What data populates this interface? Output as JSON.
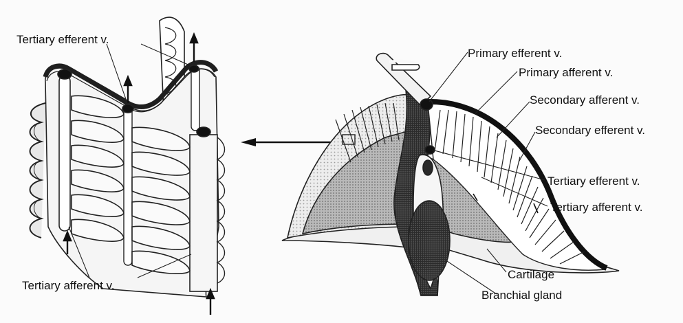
{
  "figure": {
    "left_detail_labels": {
      "tertiary_efferent": "Tertiary efferent v.",
      "tertiary_afferent": "Tertiary afferent v."
    },
    "right_section_labels": {
      "primary_efferent": "Primary efferent v.",
      "primary_afferent": "Primary afferent v.",
      "secondary_afferent": "Secondary afferent v.",
      "secondary_efferent": "Secondary efferent v.",
      "tertiary_efferent": "Tertiary efferent v.",
      "tertiary_afferent": "Tertiary afferent v.",
      "cartilage": "Cartilage",
      "branchial_gland": "Branchial gland"
    }
  },
  "colors": {
    "ink": "#111111",
    "light_stipple": "#e4e4e4",
    "mid_stipple": "#a9a9a9",
    "dark_band": "#5a5a5a",
    "gland": "#2a2a2a"
  }
}
